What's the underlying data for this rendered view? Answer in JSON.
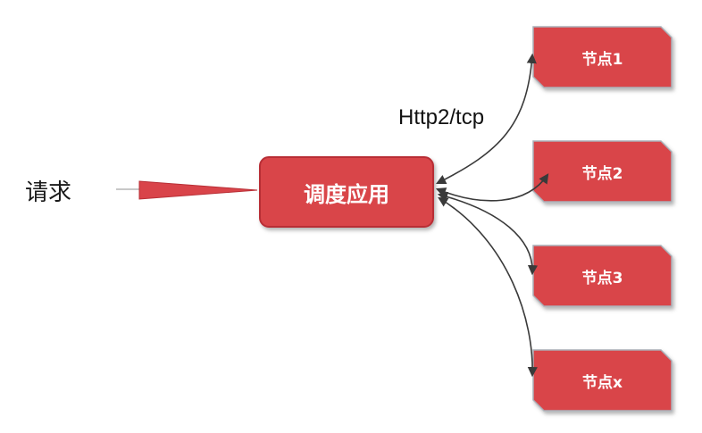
{
  "request": {
    "label": "请求"
  },
  "scheduler": {
    "label": "调度应用"
  },
  "protocol": {
    "label": "Http2/tcp"
  },
  "nodes": [
    {
      "label": "节点1"
    },
    {
      "label": "节点2"
    },
    {
      "label": "节点3"
    },
    {
      "label": "节点x"
    }
  ],
  "colors": {
    "box_fill": "#d9444a",
    "box_border": "#b82f36",
    "node_border": "#aab0b8",
    "arrow": "#3a3a3a"
  }
}
